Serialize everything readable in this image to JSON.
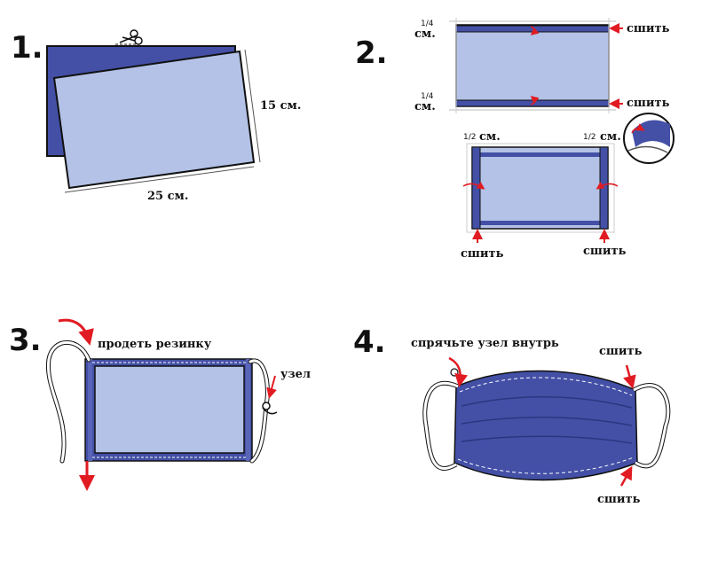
{
  "steps": [
    {
      "number": "1."
    },
    {
      "number": "2."
    },
    {
      "number": "3."
    },
    {
      "number": "4."
    }
  ],
  "step1": {
    "height_label": "15 см.",
    "width_label": "25 см."
  },
  "step2": {
    "fold_fraction": "1/4",
    "side_fraction": "1/2",
    "unit": "см.",
    "sew": "сшить"
  },
  "step3": {
    "thread_label": "продеть резинку",
    "knot_label": "узел"
  },
  "step4": {
    "hide_knot_label": "спрячьте узел внутрь",
    "sew": "сшить"
  },
  "colors": {
    "fabric_dark": "#4350a6",
    "fabric_light": "#b3c2e6",
    "arrow_red": "#e11b22",
    "outline": "#111111"
  }
}
